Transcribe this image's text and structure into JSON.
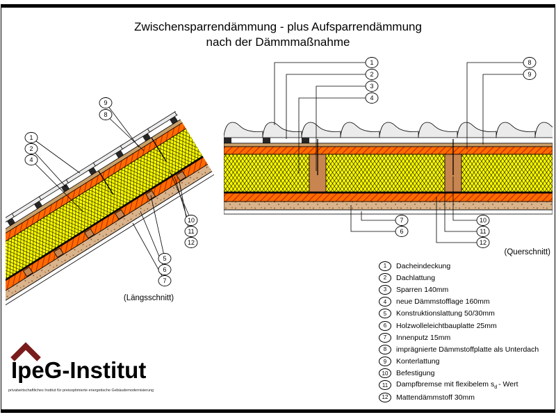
{
  "title": {
    "line1": "Zwischensparrendämmung - plus Aufsparrendämmung",
    "line2": "nach der Dämmmaßnahme"
  },
  "diagram_left": {
    "label": "(Längsschnitt)",
    "callouts": {
      "top": [
        "9",
        "8"
      ],
      "left": [
        "1",
        "2",
        "4"
      ],
      "right": [
        "10",
        "11",
        "12"
      ],
      "bottom": [
        "5",
        "6",
        "7"
      ]
    }
  },
  "diagram_right": {
    "label": "(Querschnitt)",
    "callouts": {
      "top_left": [
        "1",
        "2",
        "3",
        "4"
      ],
      "top_right": [
        "8",
        "9"
      ],
      "bottom_left": [
        "7",
        "6"
      ],
      "bottom_right": [
        "10",
        "11",
        "12"
      ]
    }
  },
  "legend": {
    "items": [
      {
        "num": "1",
        "label": "Dacheindeckung"
      },
      {
        "num": "2",
        "label": "Dachlattung"
      },
      {
        "num": "3",
        "label": "Sparren 140mm"
      },
      {
        "num": "4",
        "label": "neue Dämmstofflage 160mm"
      },
      {
        "num": "5",
        "label": "Konstruktionslattung 50/30mm"
      },
      {
        "num": "6",
        "label": "Holzwolleleichtbauplatte 25mm"
      },
      {
        "num": "7",
        "label": "Innenputz 15mm"
      },
      {
        "num": "8",
        "label": "imprägnierte Dämmstoffplatte als Unterdach"
      },
      {
        "num": "9",
        "label": "Konterlattung"
      },
      {
        "num": "10",
        "label": "Befestigung"
      },
      {
        "num": "11",
        "label_pre": "Dampfbremse mit flexibelem s",
        "label_sub": "d",
        "label_post": "- Wert"
      },
      {
        "num": "12",
        "label": "Mattendämmstoff 30mm"
      }
    ]
  },
  "logo": {
    "name": "IpeG-Institut",
    "tagline": "privatwirtschaftliches Institut für preisoptimierte energetische Gebäudemodernisierung"
  },
  "colors": {
    "insulation_yellow": "#ffff00",
    "underlay_orange": "#ff6a00",
    "wood_brown": "#c8854f",
    "batten_tan": "#c9a06a",
    "board_tan": "#d9b38c",
    "logo_maroon": "#7a1c1c"
  }
}
